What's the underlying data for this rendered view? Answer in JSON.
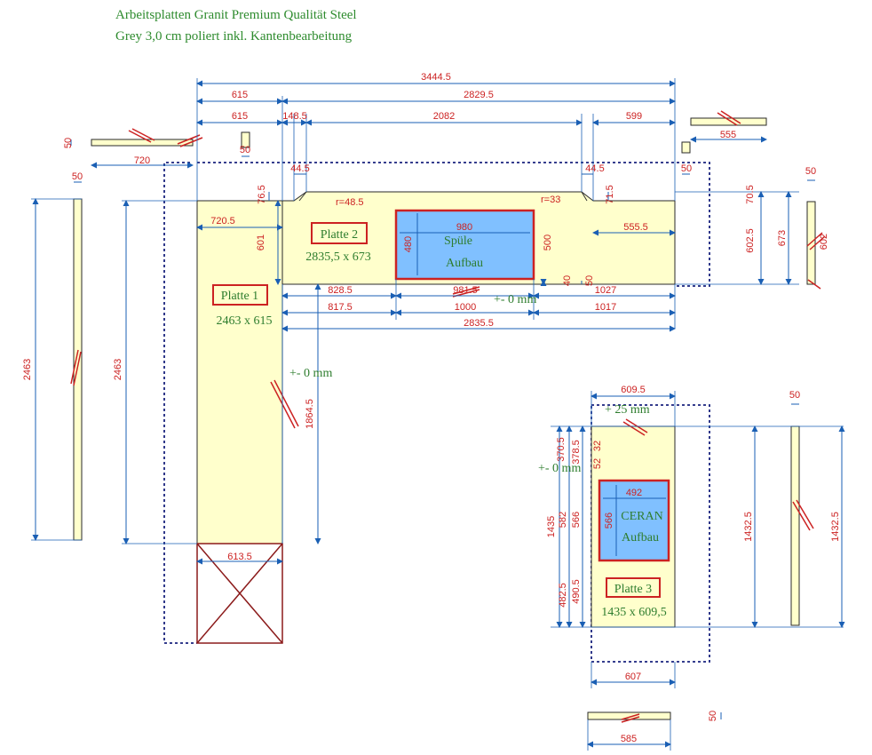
{
  "title": {
    "line1": "Arbeitsplatten Granit Premium Qualität Steel",
    "line2": "Grey 3,0 cm poliert inkl. Kantenbearbeitung"
  },
  "colors": {
    "slab_fill": "#ffffcc",
    "cutout_fill": "#80c0ff",
    "dimension_line": "#1a5fb4",
    "dimension_text": "#cc2222",
    "label_text": "#2e7d2e",
    "label_box": "#cc2222",
    "outline_dashed": "#1a237e",
    "hatch": "#cc2222"
  },
  "plates": {
    "p1": {
      "name": "Platte 1",
      "size": "2463 x 615"
    },
    "p2": {
      "name": "Platte 2",
      "size": "2835,5 x 673"
    },
    "p3": {
      "name": "Platte 3",
      "size": "1435 x 609,5"
    }
  },
  "cutouts": {
    "sink": {
      "line1": "Spüle",
      "line2": "Aufbau",
      "w": "980",
      "h": "480"
    },
    "cooktop": {
      "line1": "CERAN",
      "line2": "Aufbau",
      "w": "492",
      "h": "566"
    }
  },
  "notes": {
    "tol1": "+- 0 mm",
    "tol2": "+- 0 mm",
    "tol3": "+- 0 mm",
    "plus25": "+ 25 mm",
    "r1": "r=48.5",
    "r2": "r=33"
  },
  "dims": {
    "d3444": "3444.5",
    "d615a": "615",
    "d2829": "2829.5",
    "d615b": "615",
    "d148": "148.5",
    "d2082": "2082",
    "d599": "599",
    "d50a": "50",
    "d720": "720",
    "d50b": "50",
    "d50c": "50",
    "d555": "555",
    "d44a": "44.5",
    "d44b": "44.5",
    "d50d": "50",
    "d50e": "50",
    "d2463a": "2463",
    "d2463b": "2463",
    "d76": "76.5",
    "d601": "601",
    "d720b": "720.5",
    "d71": "71.5",
    "d70": "70.5",
    "d602a": "602.5",
    "d673": "673",
    "d602b": "602",
    "d555b": "555.5",
    "d500": "500",
    "d40": "40",
    "d50f": "50",
    "d828": "828.5",
    "d981": "981.5",
    "d1027": "1027",
    "d817": "817.5",
    "d1000": "1000",
    "d1017": "1017",
    "d2835": "2835.5",
    "d1864": "1864.5",
    "d613": "613.5",
    "d609": "609.5",
    "d50g": "50",
    "d370": "370.5",
    "d378": "378.5",
    "d32": "32",
    "d52": "52",
    "d1435": "1435",
    "d582": "582",
    "d566b": "566",
    "d482": "482.5",
    "d490": "490.5",
    "d1432a": "1432.5",
    "d1432b": "1432.5",
    "d607": "607",
    "d585": "585",
    "d50h": "50"
  }
}
